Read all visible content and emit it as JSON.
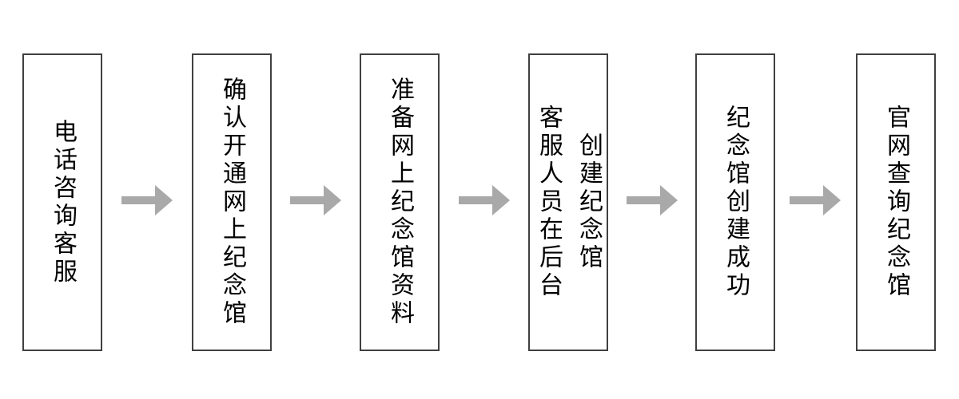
{
  "flowchart": {
    "title": "",
    "direction": "left-to-right",
    "colors": {
      "box_border": "#404040",
      "box_fill": "#ffffff",
      "arrow": "#a9a9a9",
      "text": "#000000",
      "background": "#ffffff"
    },
    "steps": [
      {
        "id": 1,
        "label": "电话咨询客服",
        "lines": [
          "电话咨询客服"
        ]
      },
      {
        "id": 2,
        "label": "确认开通网上纪念馆",
        "lines": [
          "确认开通网上纪念馆"
        ]
      },
      {
        "id": 3,
        "label": "准备网上纪念馆资料",
        "lines": [
          "准备网上纪念馆资料"
        ]
      },
      {
        "id": 4,
        "label": "客服人员在后台创建纪念馆",
        "lines": [
          "客服人员在后台",
          "创建纪念馆"
        ]
      },
      {
        "id": 5,
        "label": "纪念馆创建成功",
        "lines": [
          "纪念馆创建成功"
        ]
      },
      {
        "id": 6,
        "label": "官网查询纪念馆",
        "lines": [
          "官网查询纪念馆"
        ]
      }
    ],
    "connector_count": 5
  }
}
